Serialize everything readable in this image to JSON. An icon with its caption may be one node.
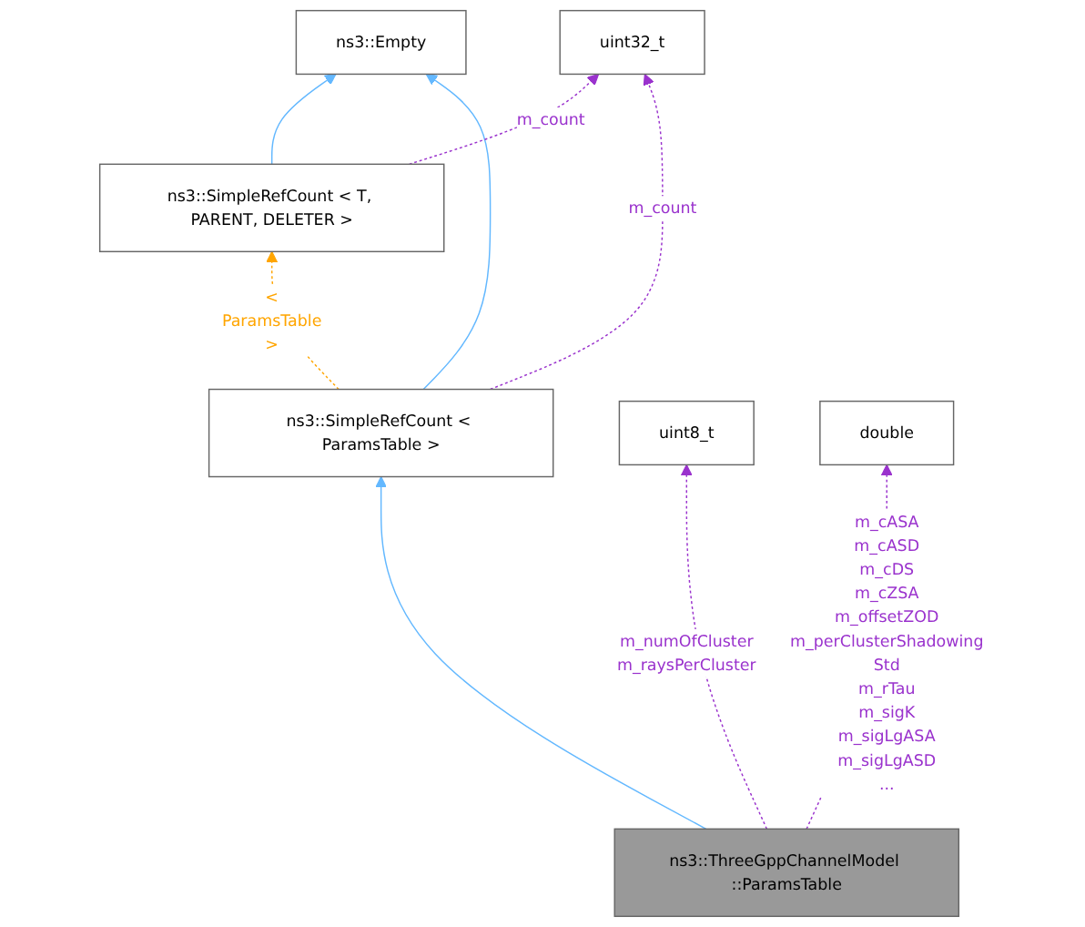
{
  "diagram": {
    "nodes": [
      {
        "text": [
          "ns3::Empty"
        ]
      },
      {
        "text": [
          "uint32_t"
        ]
      },
      {
        "text": [
          "ns3::SimpleRefCount < T, PARENT, DELETER >"
        ]
      },
      {
        "text": [
          "ns3::SimpleRefCount < ParamsTable >"
        ]
      },
      {
        "text": [
          "uint8_t"
        ]
      },
      {
        "text": [
          "double"
        ]
      },
      {
        "text": [
          "ns3::ThreeGppChannelModel ::ParamsTable"
        ]
      }
    ],
    "edges": [
      {
        "from": 2,
        "to": 0,
        "arrow": "to",
        "color": "#63b8ff"
      },
      {
        "from": 3,
        "to": 0,
        "arrow": "to",
        "color": "#63b8ff"
      },
      {
        "from": 2,
        "to": 1,
        "arrow": "to",
        "label": "m_count",
        "style": "dashed",
        "color": "#9a32cd"
      },
      {
        "from": 3,
        "to": 1,
        "arrow": "to",
        "label": "m_count",
        "style": "dashed",
        "color": "#9a32cd"
      },
      {
        "from": 3,
        "to": 2,
        "arrow": "to",
        "label": "< ParamsTable >",
        "style": "dashed",
        "color": "#ffa500"
      },
      {
        "from": 6,
        "to": 3,
        "arrow": "to",
        "color": "#63b8ff"
      },
      {
        "from": 6,
        "to": 4,
        "arrow": "to",
        "label": "m_numOfCluster m_raysPerCluster",
        "style": "dashed",
        "color": "#9a32cd"
      },
      {
        "from": 6,
        "to": 5,
        "arrow": "to",
        "label": "m_cASA m_cASD m_cDS m_cZSA m_offsetZOD m_perClusterShadowing Std m_rTau m_sigK m_sigLgASA m_sigLgASD ...",
        "style": "dashed",
        "color": "#9a32cd"
      }
    ]
  }
}
